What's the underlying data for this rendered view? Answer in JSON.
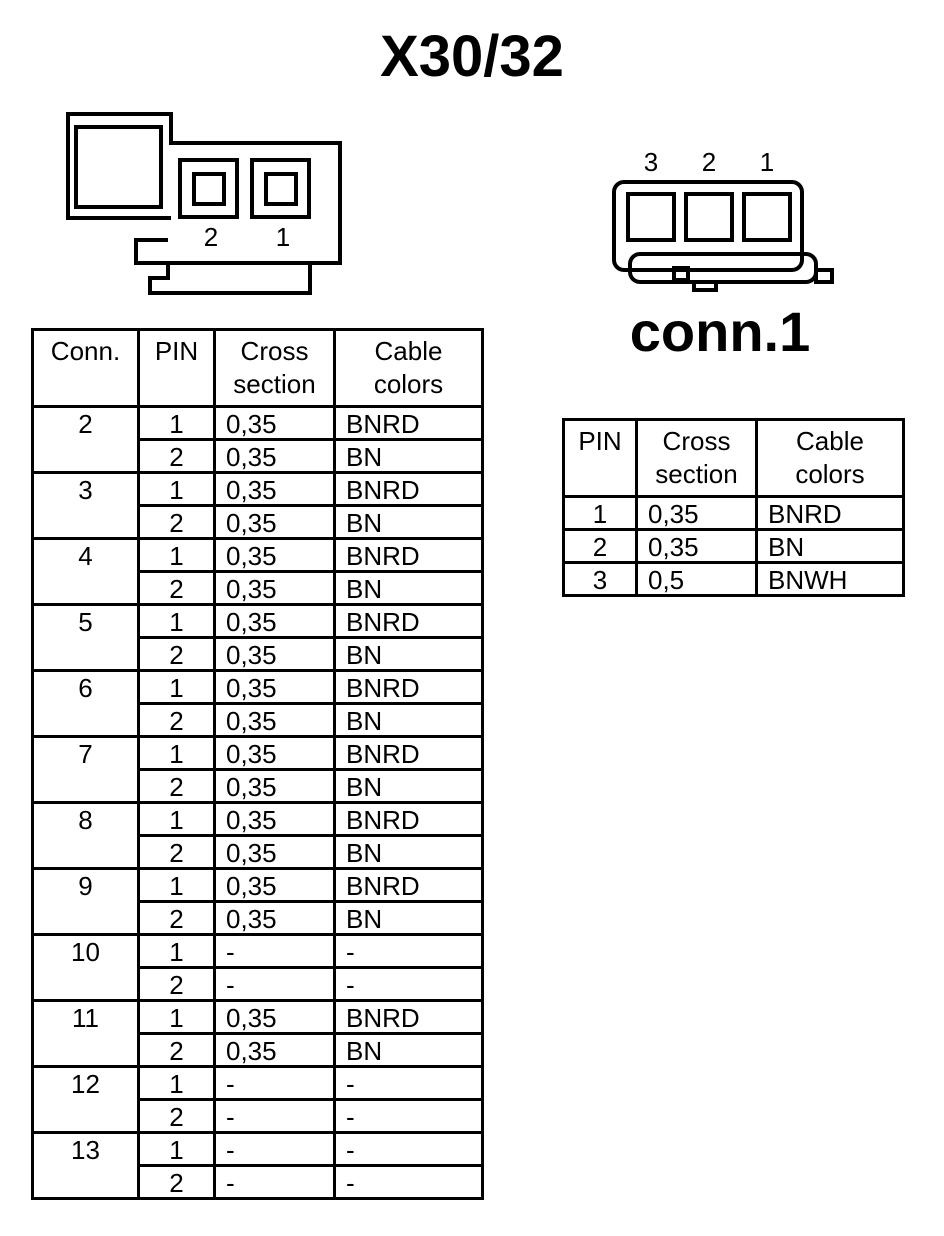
{
  "title": "X30/32",
  "connector_left": {
    "pin_labels": [
      "2",
      "1"
    ]
  },
  "connector_right": {
    "pin_labels": [
      "3",
      "2",
      "1"
    ],
    "name": "conn.1"
  },
  "main_table": {
    "headers": [
      "Conn.",
      "PIN",
      "Cross\nsection",
      "Cable\ncolors"
    ],
    "groups": [
      {
        "conn": "2",
        "rows": [
          [
            "1",
            "0,35",
            "BNRD"
          ],
          [
            "2",
            "0,35",
            "BN"
          ]
        ]
      },
      {
        "conn": "3",
        "rows": [
          [
            "1",
            "0,35",
            "BNRD"
          ],
          [
            "2",
            "0,35",
            "BN"
          ]
        ]
      },
      {
        "conn": "4",
        "rows": [
          [
            "1",
            "0,35",
            "BNRD"
          ],
          [
            "2",
            "0,35",
            "BN"
          ]
        ]
      },
      {
        "conn": "5",
        "rows": [
          [
            "1",
            "0,35",
            "BNRD"
          ],
          [
            "2",
            "0,35",
            "BN"
          ]
        ]
      },
      {
        "conn": "6",
        "rows": [
          [
            "1",
            "0,35",
            "BNRD"
          ],
          [
            "2",
            "0,35",
            "BN"
          ]
        ]
      },
      {
        "conn": "7",
        "rows": [
          [
            "1",
            "0,35",
            "BNRD"
          ],
          [
            "2",
            "0,35",
            "BN"
          ]
        ]
      },
      {
        "conn": "8",
        "rows": [
          [
            "1",
            "0,35",
            "BNRD"
          ],
          [
            "2",
            "0,35",
            "BN"
          ]
        ]
      },
      {
        "conn": "9",
        "rows": [
          [
            "1",
            "0,35",
            "BNRD"
          ],
          [
            "2",
            "0,35",
            "BN"
          ]
        ]
      },
      {
        "conn": "10",
        "rows": [
          [
            "1",
            "-",
            "-"
          ],
          [
            "2",
            "-",
            "-"
          ]
        ]
      },
      {
        "conn": "11",
        "rows": [
          [
            "1",
            "0,35",
            "BNRD"
          ],
          [
            "2",
            "0,35",
            "BN"
          ]
        ]
      },
      {
        "conn": "12",
        "rows": [
          [
            "1",
            "-",
            "-"
          ],
          [
            "2",
            "-",
            "-"
          ]
        ]
      },
      {
        "conn": "13",
        "rows": [
          [
            "1",
            "-",
            "-"
          ],
          [
            "2",
            "-",
            "-"
          ]
        ]
      }
    ]
  },
  "side_table": {
    "headers": [
      "PIN",
      "Cross\nsection",
      "Cable\ncolors"
    ],
    "rows": [
      [
        "1",
        "0,35",
        "BNRD"
      ],
      [
        "2",
        "0,35",
        "BN"
      ],
      [
        "3",
        "0,5",
        "BNWH"
      ]
    ]
  }
}
